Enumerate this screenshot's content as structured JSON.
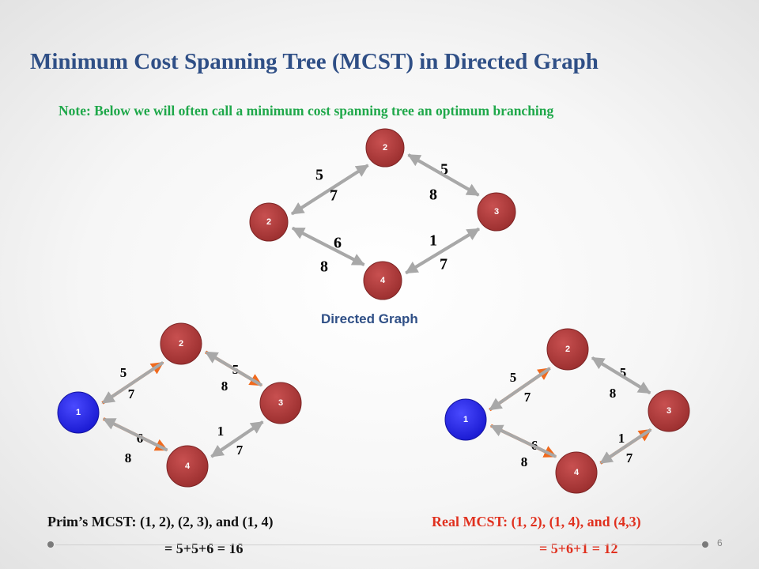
{
  "title": "Minimum Cost Spanning Tree (MCST) in Directed Graph",
  "note": "Note: Below we will often call a minimum cost spanning tree an optimum branching",
  "caption": "Directed Graph",
  "prim": {
    "line1": "Prim’s MCST: (1, 2), (2, 3), and (1, 4)",
    "line2": "= 5+5+6 = 16"
  },
  "real": {
    "line1": "Real MCST: (1, 2), (1, 4), and (4,3)",
    "line2": "= 5+6+1 = 12"
  },
  "page_number": "6",
  "colors": {
    "title": "#2f4f86",
    "note": "#1fa84a",
    "red_text": "#e0301e",
    "node_red": "#b03a3a",
    "node_blue": "#2323f0",
    "edge_gray": "#a8a8a8",
    "edge_orange": "#f06a1e"
  },
  "graphs": [
    {
      "id": "top",
      "nodes": [
        {
          "id": "left",
          "label": "2",
          "color": "red"
        },
        {
          "id": "top",
          "label": "2",
          "color": "red"
        },
        {
          "id": "right",
          "label": "3",
          "color": "red"
        },
        {
          "id": "bottom",
          "label": "4",
          "color": "red"
        }
      ],
      "edges": [
        {
          "from": "left",
          "to": "top",
          "weight": "5",
          "highlight": false
        },
        {
          "from": "top",
          "to": "left",
          "weight": "7",
          "highlight": false
        },
        {
          "from": "top",
          "to": "right",
          "weight": "5",
          "highlight": false
        },
        {
          "from": "right",
          "to": "top",
          "weight": "8",
          "highlight": false
        },
        {
          "from": "left",
          "to": "bottom",
          "weight": "6",
          "highlight": false
        },
        {
          "from": "bottom",
          "to": "left",
          "weight": "8",
          "highlight": false
        },
        {
          "from": "bottom",
          "to": "right",
          "weight": "1",
          "highlight": false
        },
        {
          "from": "right",
          "to": "bottom",
          "weight": "7",
          "highlight": false
        }
      ]
    },
    {
      "id": "prim",
      "nodes": [
        {
          "id": "left",
          "label": "1",
          "color": "blue"
        },
        {
          "id": "top",
          "label": "2",
          "color": "red"
        },
        {
          "id": "right",
          "label": "3",
          "color": "red"
        },
        {
          "id": "bottom",
          "label": "4",
          "color": "red"
        }
      ],
      "edges": [
        {
          "from": "left",
          "to": "top",
          "weight": "5",
          "highlight": true
        },
        {
          "from": "top",
          "to": "left",
          "weight": "7",
          "highlight": false
        },
        {
          "from": "top",
          "to": "right",
          "weight": "5",
          "highlight": true
        },
        {
          "from": "right",
          "to": "top",
          "weight": "8",
          "highlight": false
        },
        {
          "from": "left",
          "to": "bottom",
          "weight": "6",
          "highlight": true
        },
        {
          "from": "bottom",
          "to": "left",
          "weight": "8",
          "highlight": false
        },
        {
          "from": "bottom",
          "to": "right",
          "weight": "1",
          "highlight": false
        },
        {
          "from": "right",
          "to": "bottom",
          "weight": "7",
          "highlight": false
        }
      ]
    },
    {
      "id": "real",
      "nodes": [
        {
          "id": "left",
          "label": "1",
          "color": "blue"
        },
        {
          "id": "top",
          "label": "2",
          "color": "red"
        },
        {
          "id": "right",
          "label": "3",
          "color": "red"
        },
        {
          "id": "bottom",
          "label": "4",
          "color": "red"
        }
      ],
      "edges": [
        {
          "from": "left",
          "to": "top",
          "weight": "5",
          "highlight": true
        },
        {
          "from": "top",
          "to": "left",
          "weight": "7",
          "highlight": false
        },
        {
          "from": "top",
          "to": "right",
          "weight": "5",
          "highlight": false
        },
        {
          "from": "right",
          "to": "top",
          "weight": "8",
          "highlight": false
        },
        {
          "from": "left",
          "to": "bottom",
          "weight": "6",
          "highlight": true
        },
        {
          "from": "bottom",
          "to": "left",
          "weight": "8",
          "highlight": false
        },
        {
          "from": "bottom",
          "to": "right",
          "weight": "1",
          "highlight": true
        },
        {
          "from": "right",
          "to": "bottom",
          "weight": "7",
          "highlight": false
        }
      ]
    }
  ]
}
